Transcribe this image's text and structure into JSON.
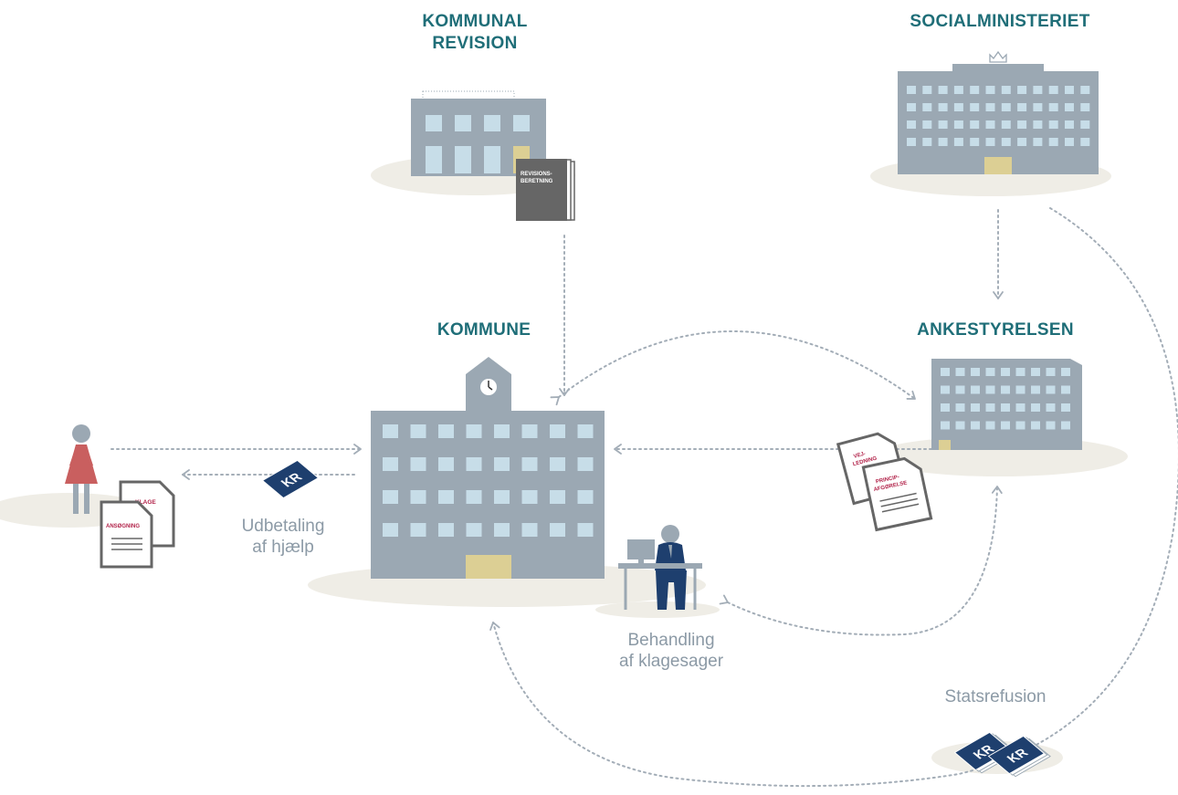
{
  "labels": {
    "kommunal_revision": "KOMMUNAL REVISION",
    "socialministeriet": "SOCIALMINISTERIET",
    "kommune": "KOMMUNE",
    "ankestyrelsen": "ANKESTYRELSEN"
  },
  "captions": {
    "udbetaling_line1": "Udbetaling",
    "udbetaling_line2": "af hjælp",
    "behandling_line1": "Behandling",
    "behandling_line2": "af klagesager",
    "statsrefusion": "Statsrefusion"
  },
  "documents": {
    "revisionsberetning_line1": "REVISIONS-",
    "revisionsberetning_line2": "BERETNING",
    "klage": "KLAGE",
    "ansogning": "ANSØGNING",
    "vejledning_line1": "VEJ-",
    "vejledning_line2": "LEDNING",
    "principafgorelse_line1": "PRINCIP-",
    "principafgorelse_line2": "AFGØRELSE",
    "money": "KR"
  },
  "colors": {
    "heading": "#1f6e78",
    "building": "#9ba8b3",
    "window": "#c7dde8",
    "door": "#dccf94",
    "ground": "#efede6",
    "arrow": "#a3adb7",
    "document_dark": "#666666",
    "document_label": "#b2234a",
    "money": "#1e3f6e",
    "woman_dress": "#c95f5f",
    "clerk_suit": "#1e3f6e"
  }
}
